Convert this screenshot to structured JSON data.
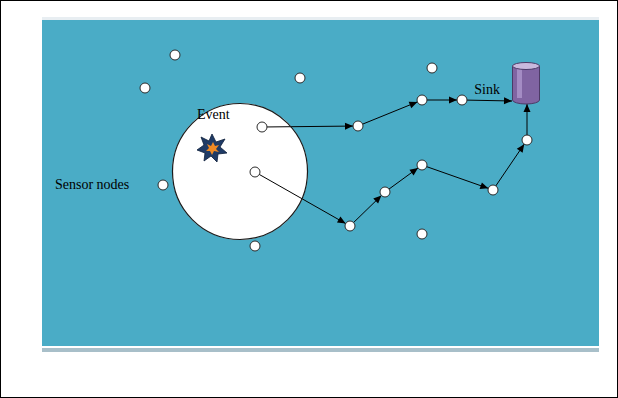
{
  "diagram": {
    "nodes": [
      {
        "text": [
          "Event"
        ]
      },
      {
        "text": [
          "Sink"
        ]
      }
    ],
    "edges": [
      {
        "from": 0,
        "to": 1,
        "arrow": "to"
      },
      {
        "from": 0,
        "to": 1,
        "arrow": "to"
      }
    ],
    "labels": [
      "Sensor nodes"
    ]
  }
}
